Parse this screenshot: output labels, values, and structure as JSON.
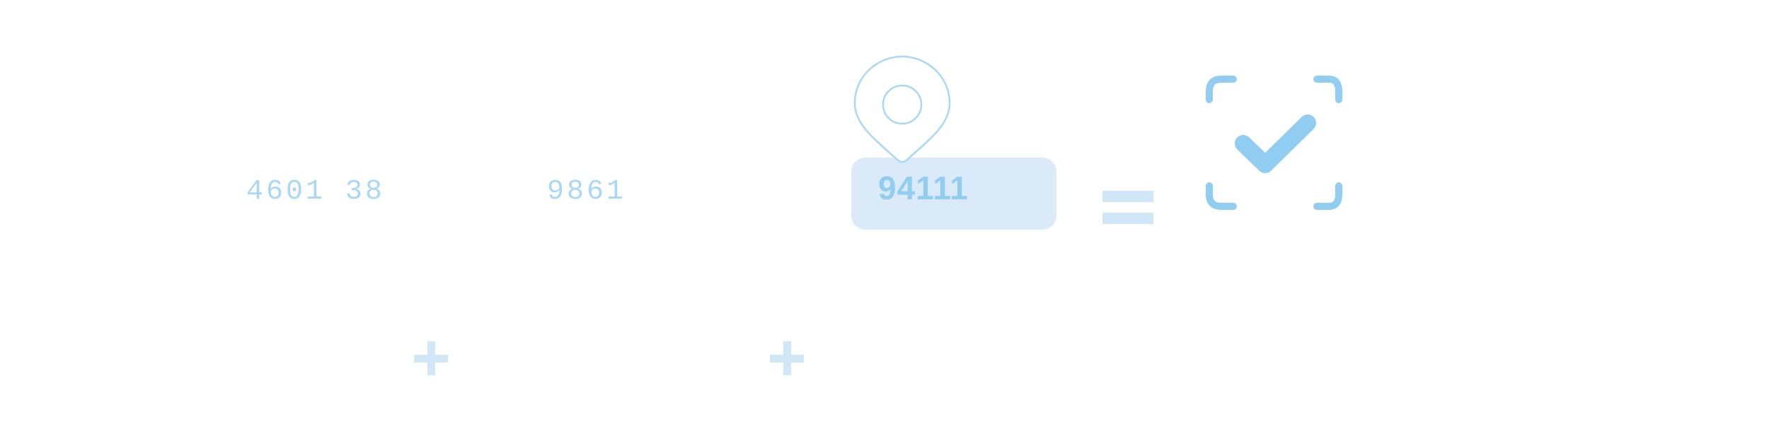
{
  "equation": {
    "operand_1": "4601 38",
    "operand_2": "9861",
    "result_zip": "94111"
  },
  "icons": {
    "plus_1": "plus-icon",
    "plus_2": "plus-icon",
    "location": "map-pin-icon",
    "equals": "equals-icon",
    "verify": "scan-check-icon"
  },
  "colors": {
    "accent": "#90cdf0",
    "light": "#cfe7f7",
    "zip_box": "#dbeaf8"
  }
}
